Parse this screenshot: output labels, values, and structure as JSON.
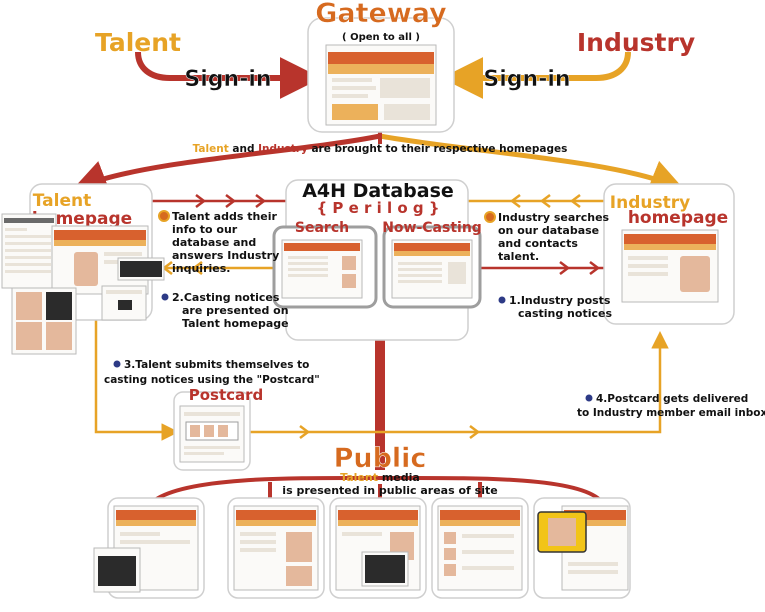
{
  "colors": {
    "red": "#b8342c",
    "orange": "#e7a326",
    "dark_orange": "#d66a1f",
    "navy": "#2d3a86",
    "text": "#111111"
  },
  "gateway": {
    "title": "Gateway",
    "subtitle": "( Open to all )"
  },
  "talent_label": "Talent",
  "industry_label": "Industry",
  "sign_in_left": "Sign-in",
  "sign_in_right": "Sign-in",
  "homepages_note": {
    "talent": "Talent",
    "and": " and ",
    "industry": "Industry",
    "rest": " are brought to their respective homepages"
  },
  "talent_homepage": {
    "title": "Talent",
    "subtitle": "homepage"
  },
  "industry_homepage": {
    "title": "Industry",
    "subtitle": "homepage"
  },
  "database": {
    "title": "A4H Database",
    "subtitle": "{ P e r i l o g }"
  },
  "search_label": "Search",
  "now_casting_label": "Now-Casting",
  "talent_adds": [
    "Talent adds their",
    "info to our",
    "database and",
    "answers Industry",
    "inquiries."
  ],
  "industry_searches": [
    "Industry searches",
    "on our database",
    "and contacts",
    "talent."
  ],
  "casting_notices_presented": [
    "2.Casting notices",
    "are presented on",
    "Talent homepage"
  ],
  "industry_posts": [
    "1.Industry posts",
    "casting notices"
  ],
  "talent_submits": [
    "3.Talent submits themselves to",
    "casting notices using the \"Postcard\""
  ],
  "postcard_label": "Postcard",
  "postcard_delivered": [
    "4.Postcard gets delivered",
    "to Industry member email inbox"
  ],
  "public": {
    "title": "Public",
    "talent_word": "Talent",
    "media_word": "media",
    "presented": "is presented in public areas of site"
  },
  "icons": [
    "arrow-icon",
    "bullet-icon"
  ]
}
